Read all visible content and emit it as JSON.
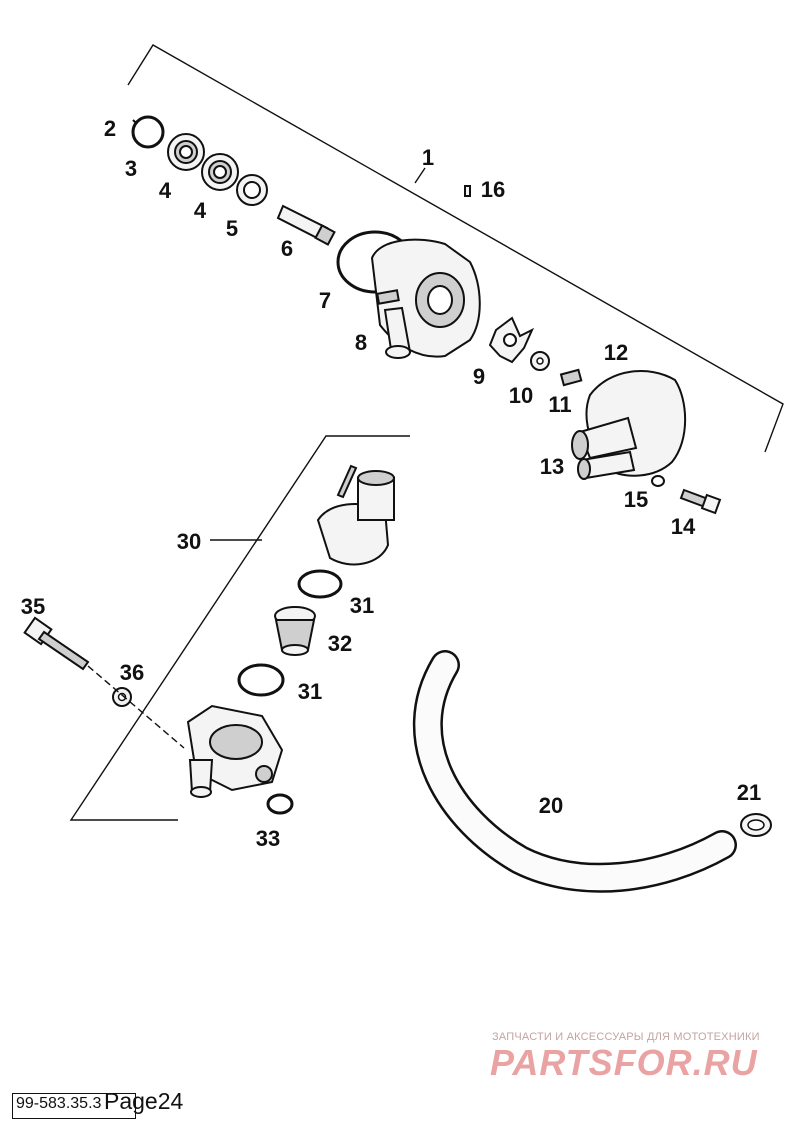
{
  "callouts": {
    "c1": "1",
    "c2": "2",
    "c3": "3",
    "c4a": "4",
    "c4b": "4",
    "c5": "5",
    "c6": "6",
    "c7": "7",
    "c8": "8",
    "c9": "9",
    "c10": "10",
    "c11": "11",
    "c12": "12",
    "c13": "13",
    "c14": "14",
    "c15": "15",
    "c16": "16",
    "c20": "20",
    "c21": "21",
    "c30": "30",
    "c31a": "31",
    "c31b": "31",
    "c32": "32",
    "c33": "33",
    "c35": "35",
    "c36": "36"
  },
  "watermark": {
    "subtitle": "ЗАПЧАСТИ И АКСЕССУАРЫ ДЛЯ МОТОТЕХНИКИ",
    "logo": "PARTSFOR.RU",
    "logo_color": "#e9a3a3"
  },
  "footer": {
    "reference": "99-583.35.3",
    "page_label": "Page24"
  }
}
